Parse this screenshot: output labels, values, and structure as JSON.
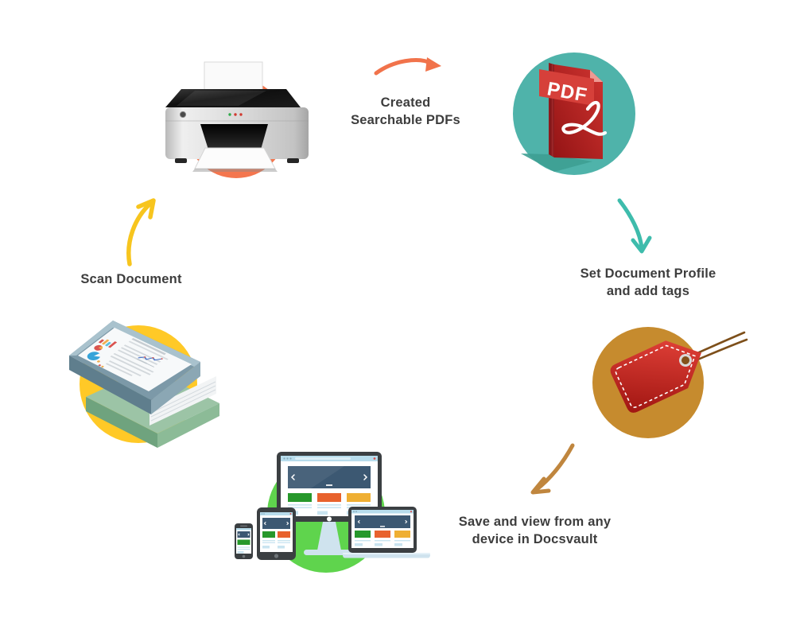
{
  "diagram": {
    "pdf_badge": "PDF",
    "steps": [
      {
        "id": "scan",
        "label": "Scan Document",
        "icon": "printer-icon",
        "circle_color": "#F4764E"
      },
      {
        "id": "created-pdfs",
        "label": "Created\nSearchable PDFs",
        "icon": "pdf-file-icon",
        "circle_color": "#4FB3AA"
      },
      {
        "id": "set-profile",
        "label": "Set Document Profile\nand add tags",
        "icon": "price-tag-icon",
        "circle_color": "#C68B2E"
      },
      {
        "id": "save-view",
        "label": "Save and view from any\ndevice in Docsvault",
        "icon": "responsive-devices-icon",
        "circle_color": "#5FD44D"
      },
      {
        "id": "source-docs",
        "label": "",
        "icon": "document-tray-icon",
        "circle_color": "#FFC927"
      }
    ],
    "arrows": [
      {
        "id": "printer-to-pdf",
        "color": "#F1734B"
      },
      {
        "id": "pdf-to-tag",
        "color": "#3EBCAC"
      },
      {
        "id": "tag-to-devices",
        "color": "#C0863E"
      },
      {
        "id": "tray-to-printer",
        "color": "#F7C51E"
      }
    ],
    "text_color": "#3D3D3D",
    "background": "#FFFFFF"
  }
}
